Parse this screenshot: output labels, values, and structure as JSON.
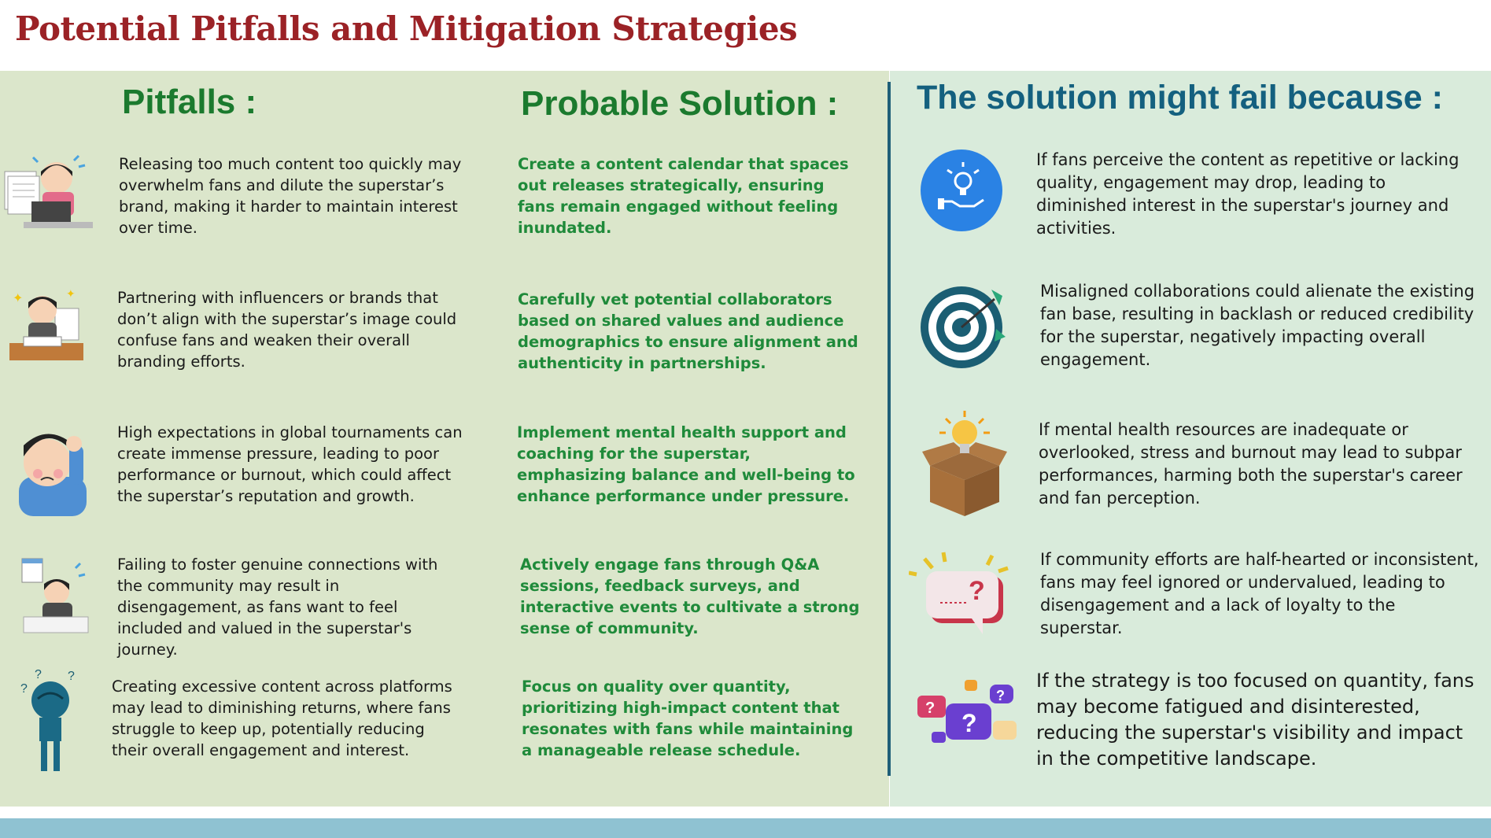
{
  "title": "Potential Pitfalls and Mitigation Strategies",
  "headers": {
    "pitfalls": "Pitfalls :",
    "solution": "Probable Solution :",
    "fail": "The solution might fail because :"
  },
  "rows": [
    {
      "pitfall": "Releasing too much content too quickly may overwhelm fans and dilute the superstar’s brand, making it harder to maintain interest over time.",
      "solution": "Create a content calendar that spaces out releases strategically, ensuring fans remain engaged without feeling inundated.",
      "fail": "If fans perceive the content as repetitive or lacking quality, engagement may drop, leading to diminished interest in the superstar's journey and activities.",
      "pitfall_icon": "overwhelmed-person-laptop-icon",
      "fail_icon": "hand-lightbulb-icon"
    },
    {
      "pitfall": "Partnering with influencers or brands that don’t align with the superstar’s image could confuse fans and weaken their overall branding efforts.",
      "solution": "Carefully vet potential collaborators based on shared values and audience demographics to ensure alignment and authenticity in partnerships.",
      "fail": "Misaligned collaborations could alienate the existing fan base, resulting in backlash or reduced credibility for the superstar, negatively impacting overall engagement.",
      "pitfall_icon": "confused-person-desk-icon",
      "fail_icon": "target-arrow-icon"
    },
    {
      "pitfall": "High expectations in global tournaments can create immense pressure, leading to poor performance or burnout, which could affect the superstar’s reputation and growth.",
      "solution": "Implement mental health support and coaching for the superstar, emphasizing balance and well-being to enhance performance under pressure.",
      "fail": " If mental health resources are inadequate or overlooked, stress and burnout may lead to subpar performances, harming both the superstar's career and fan perception.",
      "pitfall_icon": "stressed-person-icon",
      "fail_icon": "lightbulb-box-icon"
    },
    {
      "pitfall": "Failing to foster genuine connections with the community may result in disengagement, as fans want to feel included and valued in the superstar's journey.",
      "solution": "Actively engage fans through Q&A sessions, feedback surveys, and interactive events to cultivate a strong sense of community.",
      "fail": "If community efforts are half-hearted or inconsistent, fans may feel ignored or undervalued, leading to disengagement and a lack of loyalty to the superstar.",
      "pitfall_icon": "tired-person-calendar-icon",
      "fail_icon": "question-speech-bubble-icon"
    },
    {
      "pitfall": "Creating excessive content across platforms may lead to diminishing returns, where fans struggle to keep up, potentially reducing their overall engagement and interest.",
      "solution": "Focus on quality over quantity, prioritizing high-impact content that resonates with fans while maintaining a manageable release schedule.",
      "fail": " If the strategy is too focused on quantity, fans may become fatigued and disinterested, reducing the superstar's visibility and impact in the competitive landscape.",
      "pitfall_icon": "confused-person-question-marks-icon",
      "fail_icon": "question-bubbles-icon"
    }
  ],
  "colors": {
    "title": "#9b2226",
    "left_panel": "#dbe6cb",
    "right_panel": "#d9ebdb",
    "pitfall_header": "#1b7a2e",
    "solution_text": "#1f8a3a",
    "fail_header": "#14607f",
    "divider": "#1f5f78",
    "footer": "#8fc2d2"
  }
}
